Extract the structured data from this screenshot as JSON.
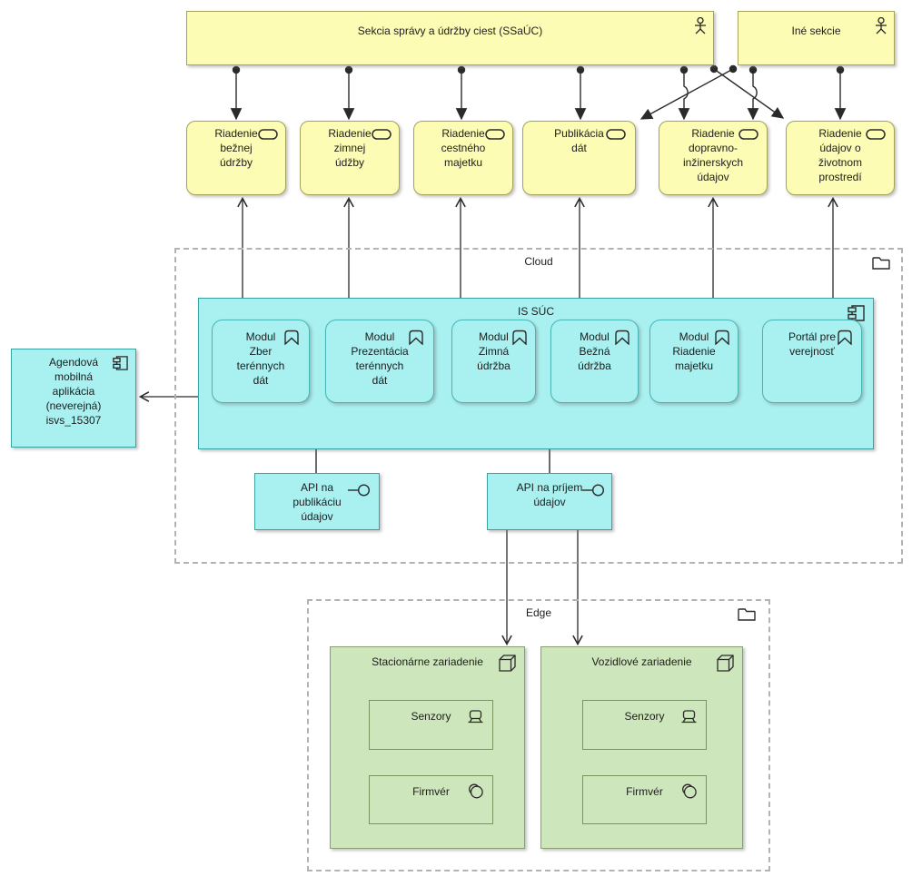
{
  "diagram": {
    "actors": [
      {
        "label": "Sekcia správy a údržby ciest (SSaÚC)"
      },
      {
        "label": "Iné sekcie"
      }
    ],
    "processes": [
      {
        "label": "Riadenie\nbežnej\núdržby"
      },
      {
        "label": "Riadenie\nzimnej\núdžby"
      },
      {
        "label": "Riadenie\ncestného\nmajetku"
      },
      {
        "label": "Publikácia\ndát"
      },
      {
        "label": "Riadenie\ndopravno-\ninžinerskych\núdajov"
      },
      {
        "label": "Riadenie\núdajov o\nživotnom\nprostredí"
      }
    ],
    "groups": {
      "cloud": "Cloud",
      "edge": "Edge"
    },
    "is_suc": {
      "title": "IS SÚC",
      "modules": [
        {
          "label": "Modul\nZber\nterénnych\ndát"
        },
        {
          "label": "Modul\nPrezentácia\nterénnych\ndát"
        },
        {
          "label": "Modul\nZimná\núdržba"
        },
        {
          "label": "Modul\nBežná\núdržba"
        },
        {
          "label": "Modul\nRiadenie\nmajetku"
        },
        {
          "label": "Portál pre\nverejnosť"
        }
      ]
    },
    "mobile_app": {
      "label": "Agendová\nmobilná\naplikácia\n(neverejná)\nisvs_15307"
    },
    "apis": [
      {
        "label": "API na\npublikáciu\núdajov"
      },
      {
        "label": "API na príjem\núdajov"
      }
    ],
    "nodes": [
      {
        "title": "Stacionárne zariadenie",
        "children": [
          {
            "label": "Senzory"
          },
          {
            "label": "Firmvér"
          }
        ]
      },
      {
        "title": "Vozidlové zariadenie",
        "children": [
          {
            "label": "Senzory"
          },
          {
            "label": "Firmvér"
          }
        ]
      }
    ],
    "icons": {
      "business-actor": "stick-figure",
      "business-process": "rounded-rectangle",
      "application-component": "component-tabs",
      "application-function": "chevron-bookmark",
      "interface": "line-circle",
      "group-folder": "folder",
      "node": "3d-cube",
      "device": "monitor",
      "system-software": "overlapping-circles"
    },
    "colors": {
      "business_fill": "#fcfcb4",
      "business_border": "#a3a35c",
      "application_fill": "#a9f0f0",
      "application_border": "#35a3a3",
      "technology_fill": "#cde6bb",
      "technology_border": "#879f6f",
      "group_border": "#b3b3b3",
      "connector": "#2a2a2a"
    }
  }
}
